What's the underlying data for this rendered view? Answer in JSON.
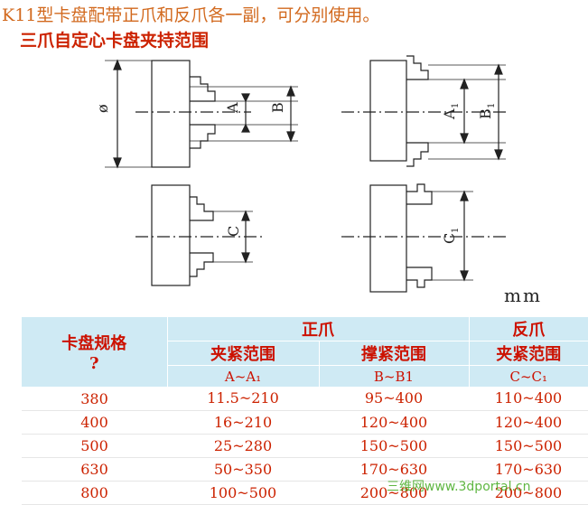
{
  "headline": "K11型卡盘配带正爪和反爪各一副，可分别使用。",
  "subtitle": "三爪自定心卡盘夹持范围",
  "diagram": {
    "labels": {
      "diameter": "ø",
      "a": "A",
      "b": "B",
      "c": "C",
      "a1": "A",
      "a1_sub": "1",
      "b1": "B",
      "b1_sub": "1",
      "c1": "C",
      "c1_sub": "1"
    },
    "unit": "mm"
  },
  "table": {
    "corner_line1": "卡盘规格",
    "corner_line2": "?",
    "group_forward": "正爪",
    "group_reverse": "反爪",
    "sub_clamp": "夹紧范围",
    "sub_brace": "撑紧范围",
    "sub_clamp_reverse": "夹紧范围",
    "code_a": "A~A₁",
    "code_b": "B~B1",
    "code_c": "C~C₁",
    "rows": [
      {
        "size": "380",
        "a": "11.5~210",
        "b": "95~400",
        "c": "110~400"
      },
      {
        "size": "400",
        "a": "16~210",
        "b": "120~400",
        "c": "120~400"
      },
      {
        "size": "500",
        "a": "25~280",
        "b": "150~500",
        "c": "150~500"
      },
      {
        "size": "630",
        "a": "50~350",
        "b": "170~630",
        "c": "170~630"
      },
      {
        "size": "800",
        "a": "100~500",
        "b": "200~800",
        "c": "200~800"
      }
    ]
  },
  "watermark": "三维网www.3dportal.cn"
}
